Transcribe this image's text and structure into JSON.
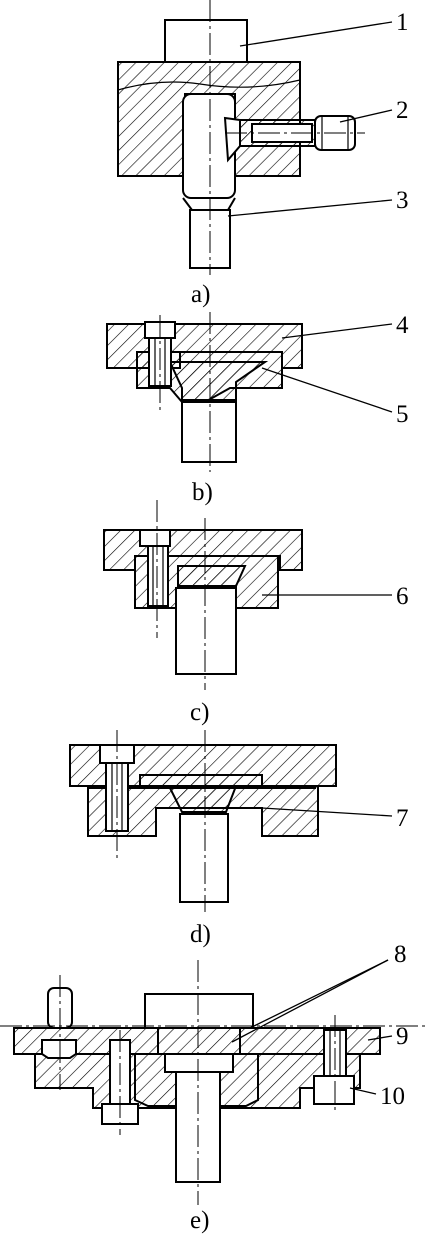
{
  "figure": {
    "subfigures": [
      {
        "id": "a",
        "caption": "a)",
        "callouts": [
          "1",
          "2",
          "3"
        ]
      },
      {
        "id": "b",
        "caption": "b)",
        "callouts": [
          "4",
          "5"
        ]
      },
      {
        "id": "c",
        "caption": "c)",
        "callouts": [
          "6"
        ]
      },
      {
        "id": "d",
        "caption": "d)",
        "callouts": [
          "7"
        ]
      },
      {
        "id": "e",
        "caption": "e)",
        "callouts": [
          "8",
          "9",
          "10"
        ]
      }
    ]
  }
}
